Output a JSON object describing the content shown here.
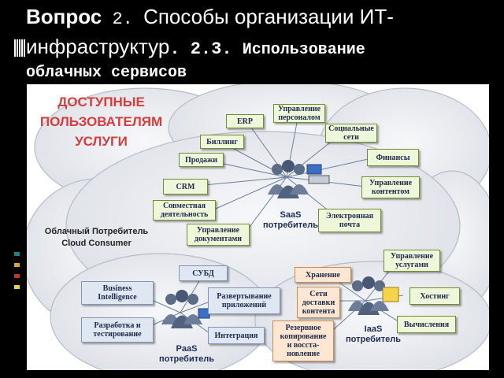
{
  "title": {
    "part1": "Вопрос",
    "part2": " 2. ",
    "part3": "Способы организации ИТ-",
    "part4": "инфраструктур",
    "part5": ". 2.3. ",
    "part6": "Использование",
    "part7": "облачных сервисов"
  },
  "diagram": {
    "heading": "ДОСТУПНЫЕ\nПОЛЬЗОВАТЕЛЯМ\nУСЛУГИ",
    "consumer": "Облачный Потребитель\nCloud Consumer",
    "saas_label": "SaaS\nпотребитель",
    "paas_label": "PaaS\nпотребитель",
    "iaas_label": "IaaS\nпотребитель",
    "saas_boxes": {
      "erp": "ERP",
      "personnel": "Управление\nперсоналом",
      "billing": "Биллинг",
      "social": "Социальные\nсети",
      "sales": "Продажи",
      "finance": "Финансы",
      "crm": "CRM",
      "content": "Управление\nконтентом",
      "collab": "Совместная\nдеятельность",
      "email": "Электронная\nпочта",
      "docs": "Управление\nдокументами"
    },
    "paas_boxes": {
      "dbms": "СУБД",
      "bi": "Business\nIntelligence",
      "deploy": "Развертывание\nприложений",
      "devtest": "Разработка и\nтестирование",
      "integration": "Интеграция"
    },
    "iaas_boxes": {
      "storage": "Хранение",
      "cdn": "Сети\nдоставки\nконтента",
      "backup": "Резервное\nкопирование\nи восста-\nновление",
      "services": "Управление\nуслугами",
      "hosting": "Хостинг",
      "compute": "Вычисления"
    },
    "colors": {
      "heading": "#d53d3d",
      "cloud": "#eceef2",
      "green_box": "#eef7d9",
      "blue_box": "#dfe7f3",
      "orange_box": "#fde6d2"
    }
  }
}
